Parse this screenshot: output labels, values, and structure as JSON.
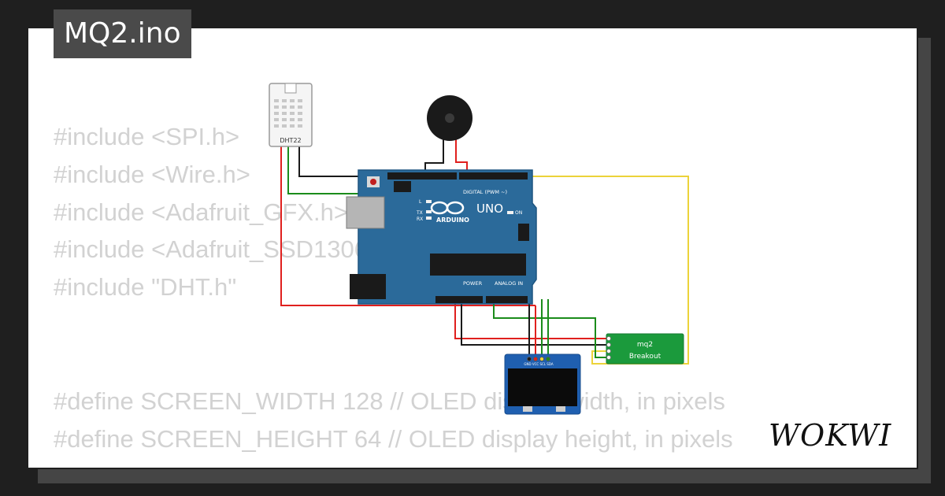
{
  "title": "MQ2.ino",
  "code_lines_top": [
    "#include <SPI.h>",
    "#include <Wire.h>",
    "#include <Adafruit_GFX.h>",
    "#include <Adafruit_SSD1306.h>",
    "#include \"DHT.h\""
  ],
  "code_lines_bottom": [
    "#define SCREEN_WIDTH 128 // OLED display width, in pixels",
    "#define SCREEN_HEIGHT 64 // OLED display height, in pixels"
  ],
  "components": {
    "dht22_label": "DHT22",
    "arduino_brand": "ARDUINO",
    "arduino_model": "UNO",
    "arduino_digital_label": "DIGITAL (PWM ~)",
    "arduino_power_label": "POWER",
    "arduino_analog_label": "ANALOG IN",
    "arduino_on_label": "ON",
    "arduino_l_label": "L",
    "arduino_tx_label": "TX",
    "arduino_rx_label": "RX",
    "mq2_label_line1": "mq2",
    "mq2_label_line2": "Breakout",
    "oled_pins": "GND VCC SCL SDA"
  },
  "logo_text": "WOKWI",
  "colors": {
    "background": "#1f1f1f",
    "card": "#ffffff",
    "code_text": "#d2d2d2",
    "arduino_blue": "#2b6a9a",
    "mq2_green": "#1b9a3c",
    "oled_blue": "#1f5fb0",
    "wire_red": "#e0201e",
    "wire_black": "#1a1a1a",
    "wire_green": "#1b8c1b",
    "wire_yellow": "#ecd33a"
  }
}
